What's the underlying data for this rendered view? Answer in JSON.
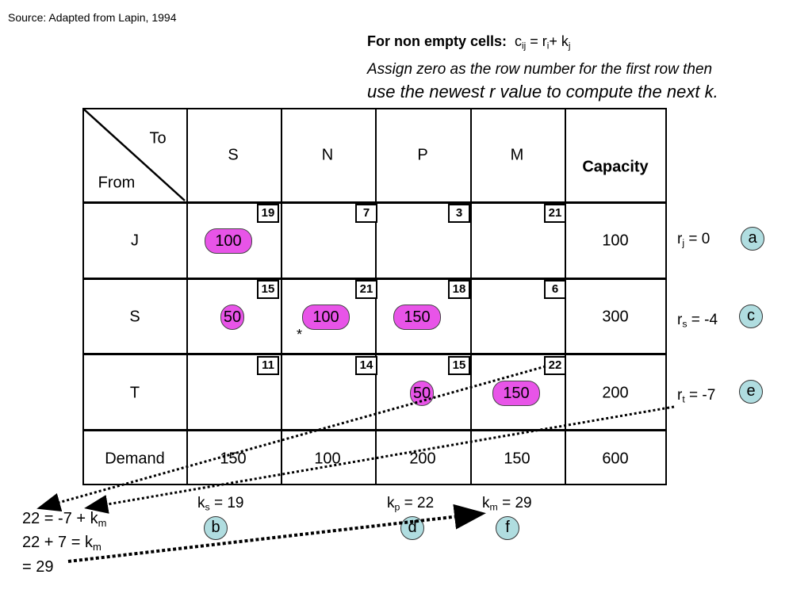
{
  "source": "Source:  Adapted from Lapin, 1994",
  "rule": {
    "lead": "For non empty cells:",
    "c": "c",
    "c_sub": "ij",
    "eq": " = r",
    "r_sub": "i",
    "plus": "+ k",
    "k_sub": "j"
  },
  "instructions": {
    "line1": "Assign zero as the row number for the first row then",
    "line2": "use the newest r value to compute the next k."
  },
  "table": {
    "corner_to": "To",
    "corner_from": "From",
    "columns": [
      "S",
      "N",
      "P",
      "M"
    ],
    "capacity_header": "Capacity",
    "rows": [
      {
        "label": "J",
        "costs": [
          "19",
          "7",
          "3",
          "21"
        ],
        "capacity": "100"
      },
      {
        "label": "S",
        "costs": [
          "15",
          "21",
          "18",
          "6"
        ],
        "capacity": "300"
      },
      {
        "label": "T",
        "costs": [
          "11",
          "14",
          "15",
          "22"
        ],
        "capacity": "200"
      }
    ],
    "demand_label": "Demand",
    "demand": [
      "150",
      "100",
      "200",
      "150"
    ],
    "total": "600"
  },
  "allocations": [
    {
      "row": "J",
      "col": "S",
      "value": "100"
    },
    {
      "row": "S",
      "col": "S",
      "value": "50"
    },
    {
      "row": "S",
      "col": "N",
      "value": "100"
    },
    {
      "row": "S",
      "col": "P",
      "value": "150"
    },
    {
      "row": "T",
      "col": "P",
      "value": "50"
    },
    {
      "row": "T",
      "col": "M",
      "value": "150"
    }
  ],
  "asterisk": "*",
  "row_numbers": [
    {
      "base": "r",
      "sub": "j",
      "rest": " = 0",
      "marker": "a"
    },
    {
      "base": "r",
      "sub": "s",
      "rest": " = -4",
      "marker": "c"
    },
    {
      "base": "r",
      "sub": "t",
      "rest": " = -7",
      "marker": "e"
    }
  ],
  "col_numbers": [
    {
      "base": "k",
      "sub": "s",
      "rest": " = 19",
      "marker": "b"
    },
    {
      "base": "k",
      "sub": "p",
      "rest": " = 22",
      "marker": "d"
    },
    {
      "base": "k",
      "sub": "m",
      "rest": " = 29",
      "marker": "f"
    }
  ],
  "work": {
    "line1_pre": "22 = -7 + k",
    "line1_sub": "m",
    "line2_pre": "22 + 7 = k",
    "line2_sub": "m",
    "line3": "= 29"
  }
}
